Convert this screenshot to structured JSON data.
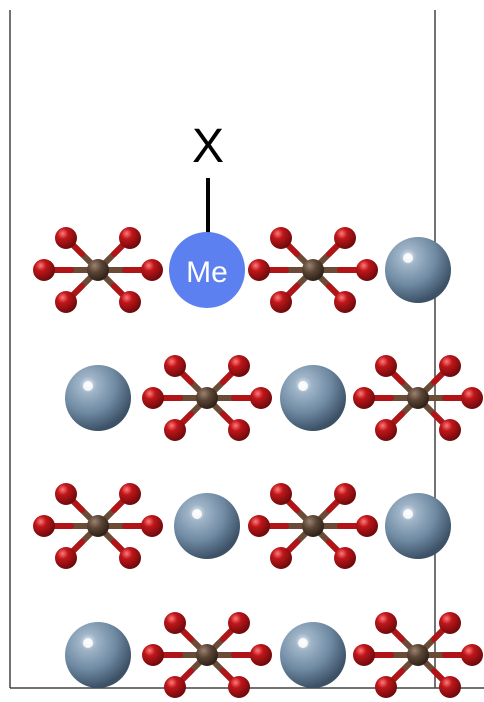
{
  "figure": {
    "adsorbate_label": "X",
    "dopant_label": "Me"
  },
  "colors": {
    "cell_border": "#444444",
    "background": "#ffffff",
    "cation_sphere": "#6f8aa3",
    "cation_sphere_highlight": "#dde6ef",
    "octahedron_center": "#5a4535",
    "oxygen": "#c0161a",
    "dopant": "#5c80f0",
    "bond": "#000000"
  },
  "structure": {
    "rows": [
      [
        "octahedron",
        "dopant",
        "octahedron",
        "cation"
      ],
      [
        "cation",
        "octahedron",
        "cation",
        "octahedron"
      ],
      [
        "octahedron",
        "cation",
        "octahedron",
        "cation"
      ],
      [
        "cation",
        "octahedron",
        "cation",
        "octahedron"
      ]
    ]
  }
}
